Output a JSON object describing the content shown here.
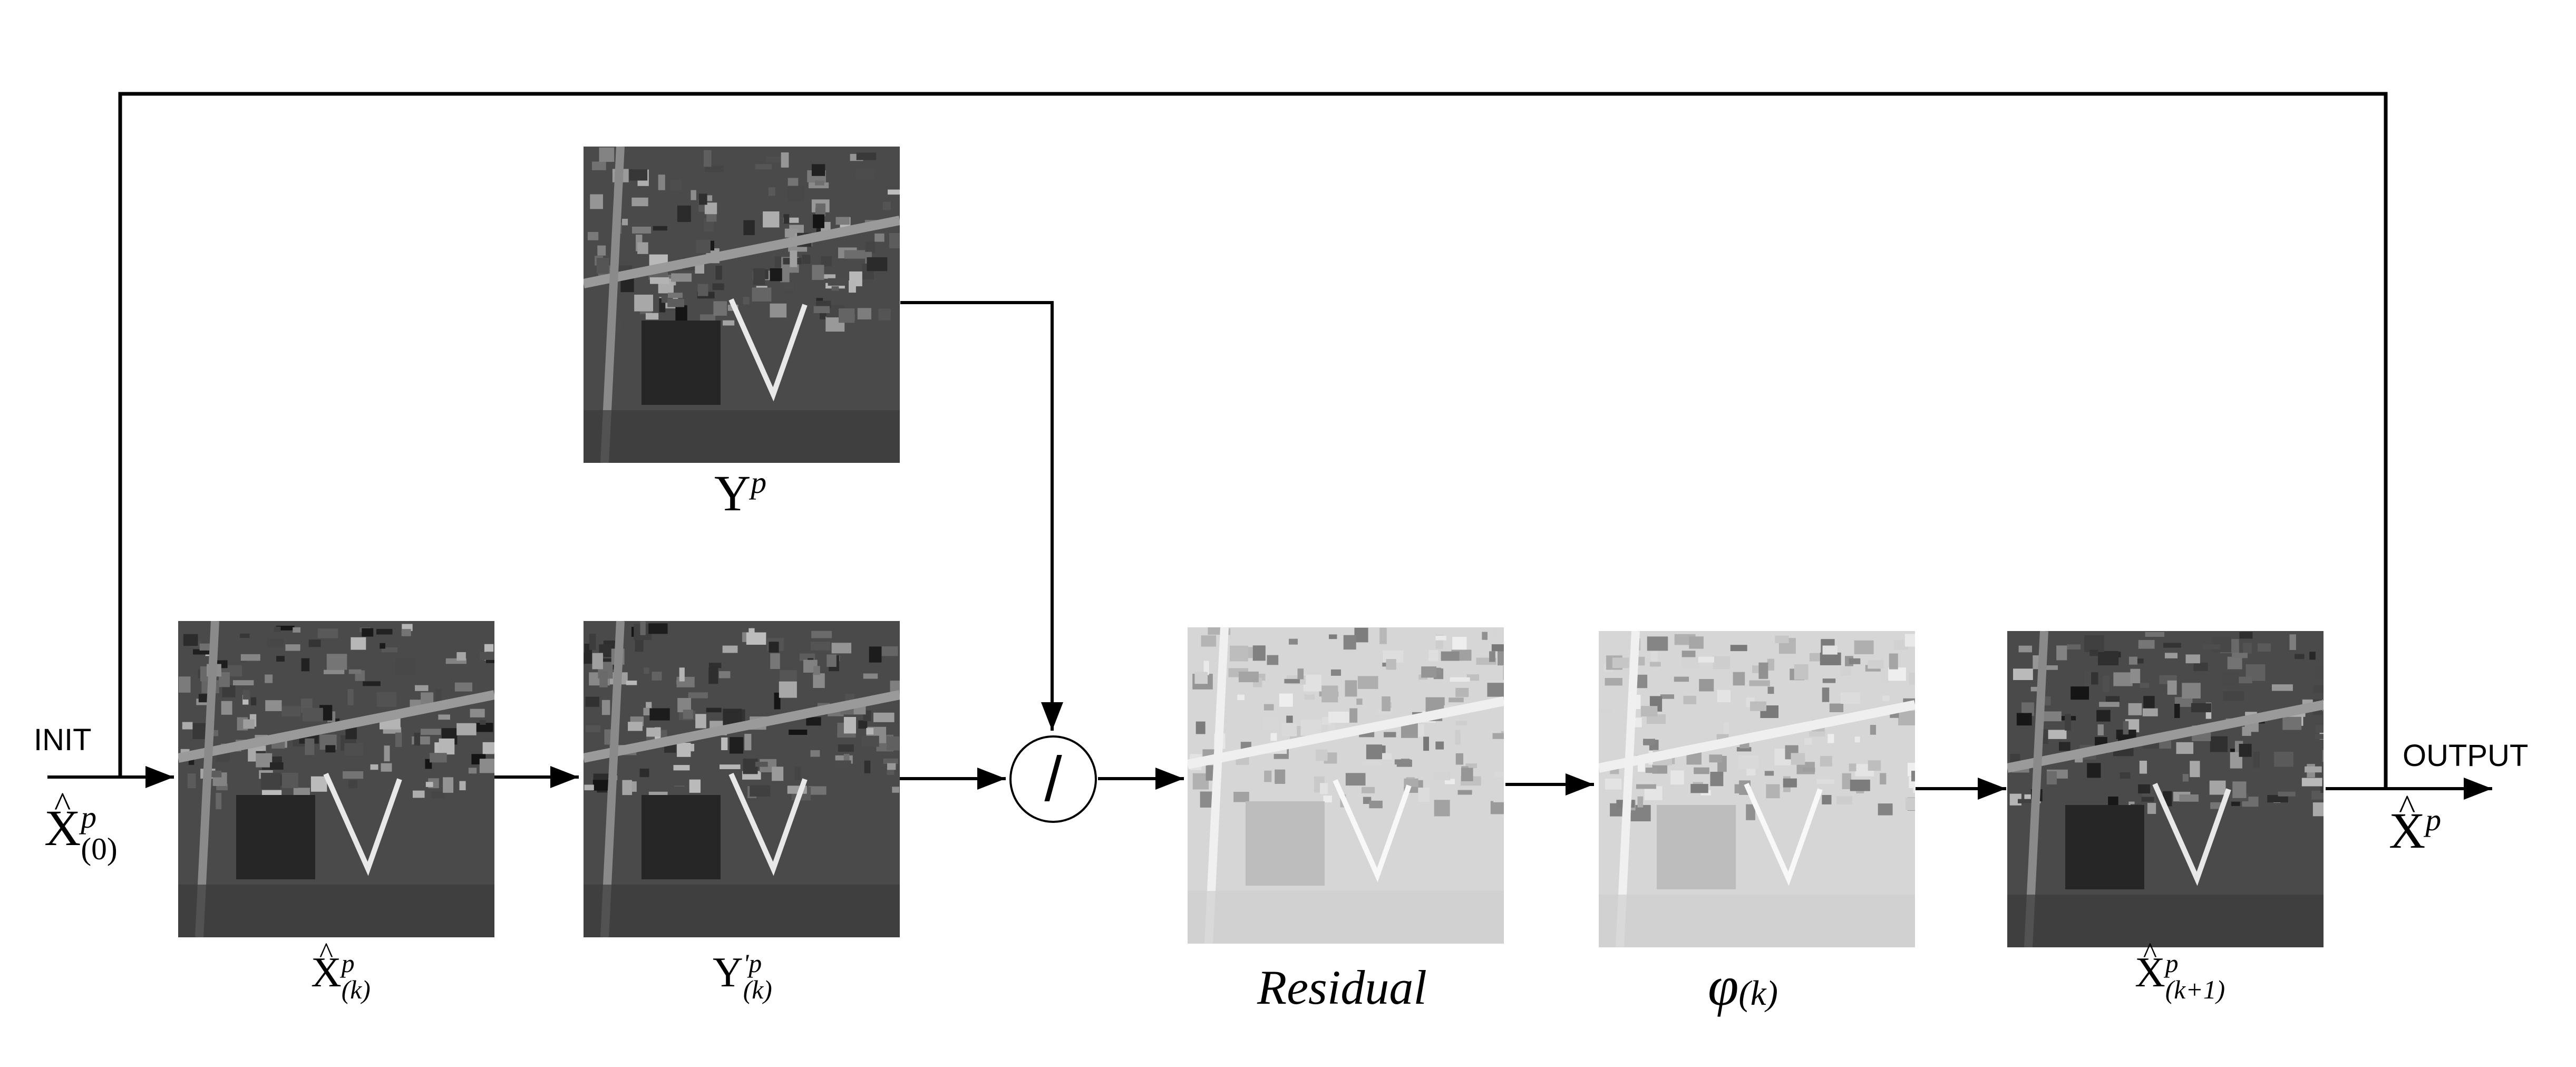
{
  "labels": {
    "init": "INIT",
    "output": "OUTPUT",
    "residual": "Residual",
    "divide_operator": "/"
  },
  "math": {
    "x_hat_0": {
      "base": "X",
      "sup": "p",
      "sub": "(0)"
    },
    "x_hat_k": {
      "base": "X",
      "sup": "p",
      "sub": "(k)"
    },
    "y_p": {
      "base": "Y",
      "sup": "p"
    },
    "y_prime_k": {
      "base": "Y",
      "sup": "'p",
      "sub": "(k)"
    },
    "phi_k": {
      "base": "φ",
      "sub": "(k)"
    },
    "x_hat_k1": {
      "base": "X",
      "sup": "p",
      "sub": "(k+1)"
    },
    "x_hat_out": {
      "base": "X",
      "sup": "p"
    }
  },
  "images": [
    {
      "id": "x-hat-k",
      "style": "aerial-dark"
    },
    {
      "id": "y-p",
      "style": "aerial-dark"
    },
    {
      "id": "y-prime-k",
      "style": "aerial-dark"
    },
    {
      "id": "residual",
      "style": "residual-gray"
    },
    {
      "id": "phi-k",
      "style": "residual-gray"
    },
    {
      "id": "x-hat-k1",
      "style": "aerial-dark"
    }
  ],
  "colors": {
    "line": "#000000",
    "background": "#ffffff"
  }
}
